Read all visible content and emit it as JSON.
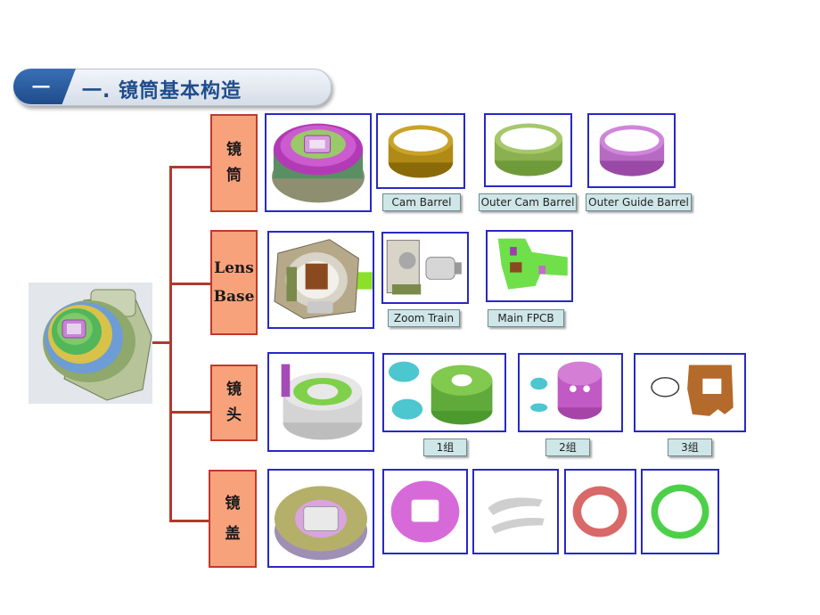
{
  "header": {
    "number": "一",
    "title": "一. 镜筒基本构造"
  },
  "categories": [
    {
      "lines": [
        "镜",
        "筒"
      ]
    },
    {
      "lines": [
        "Lens",
        "Base"
      ]
    },
    {
      "lines": [
        "镜",
        "头"
      ]
    },
    {
      "lines": [
        "镜",
        "盖"
      ]
    }
  ],
  "labels": {
    "cam_barrel": "Cam Barrel",
    "outer_cam_barrel": "Outer Cam Barrel",
    "outer_guide_barrel": "Outer Guide Barrel",
    "zoom_train": "Zoom Train",
    "main_fpcb": "Main FPCB",
    "group1": "1组",
    "group2": "2组",
    "group3": "3组"
  },
  "colors": {
    "category_fill": "#f7a27b",
    "category_border": "#c0392b",
    "frame_border": "#2828c8",
    "connector": "#b03a2e",
    "label_fill": "#cfe6e9",
    "banner_text": "#1f4c8c"
  }
}
